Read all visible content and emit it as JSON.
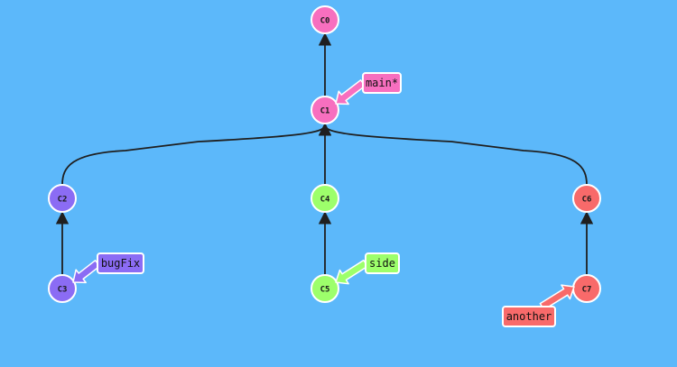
{
  "colors": {
    "background": "#5cb8fa",
    "edge": "#1f1f1f",
    "main": "#f76fbf",
    "bugFix": "#8b6cf4",
    "side": "#9dff6b",
    "another": "#f86a6a"
  },
  "commits": [
    {
      "id": "C0",
      "color": "main"
    },
    {
      "id": "C1",
      "color": "main"
    },
    {
      "id": "C2",
      "color": "bugFix"
    },
    {
      "id": "C3",
      "color": "bugFix"
    },
    {
      "id": "C4",
      "color": "side"
    },
    {
      "id": "C5",
      "color": "side"
    },
    {
      "id": "C6",
      "color": "another"
    },
    {
      "id": "C7",
      "color": "another"
    }
  ],
  "edges": [
    {
      "from": "C1",
      "to": "C0"
    },
    {
      "from": "C2",
      "to": "C1"
    },
    {
      "from": "C4",
      "to": "C1"
    },
    {
      "from": "C6",
      "to": "C1"
    },
    {
      "from": "C3",
      "to": "C2"
    },
    {
      "from": "C5",
      "to": "C4"
    },
    {
      "from": "C7",
      "to": "C6"
    }
  ],
  "branches": [
    {
      "name": "main*",
      "target": "C1",
      "color": "main"
    },
    {
      "name": "bugFix",
      "target": "C3",
      "color": "bugFix"
    },
    {
      "name": "side",
      "target": "C5",
      "color": "side"
    },
    {
      "name": "another",
      "target": "C7",
      "color": "another"
    }
  ]
}
